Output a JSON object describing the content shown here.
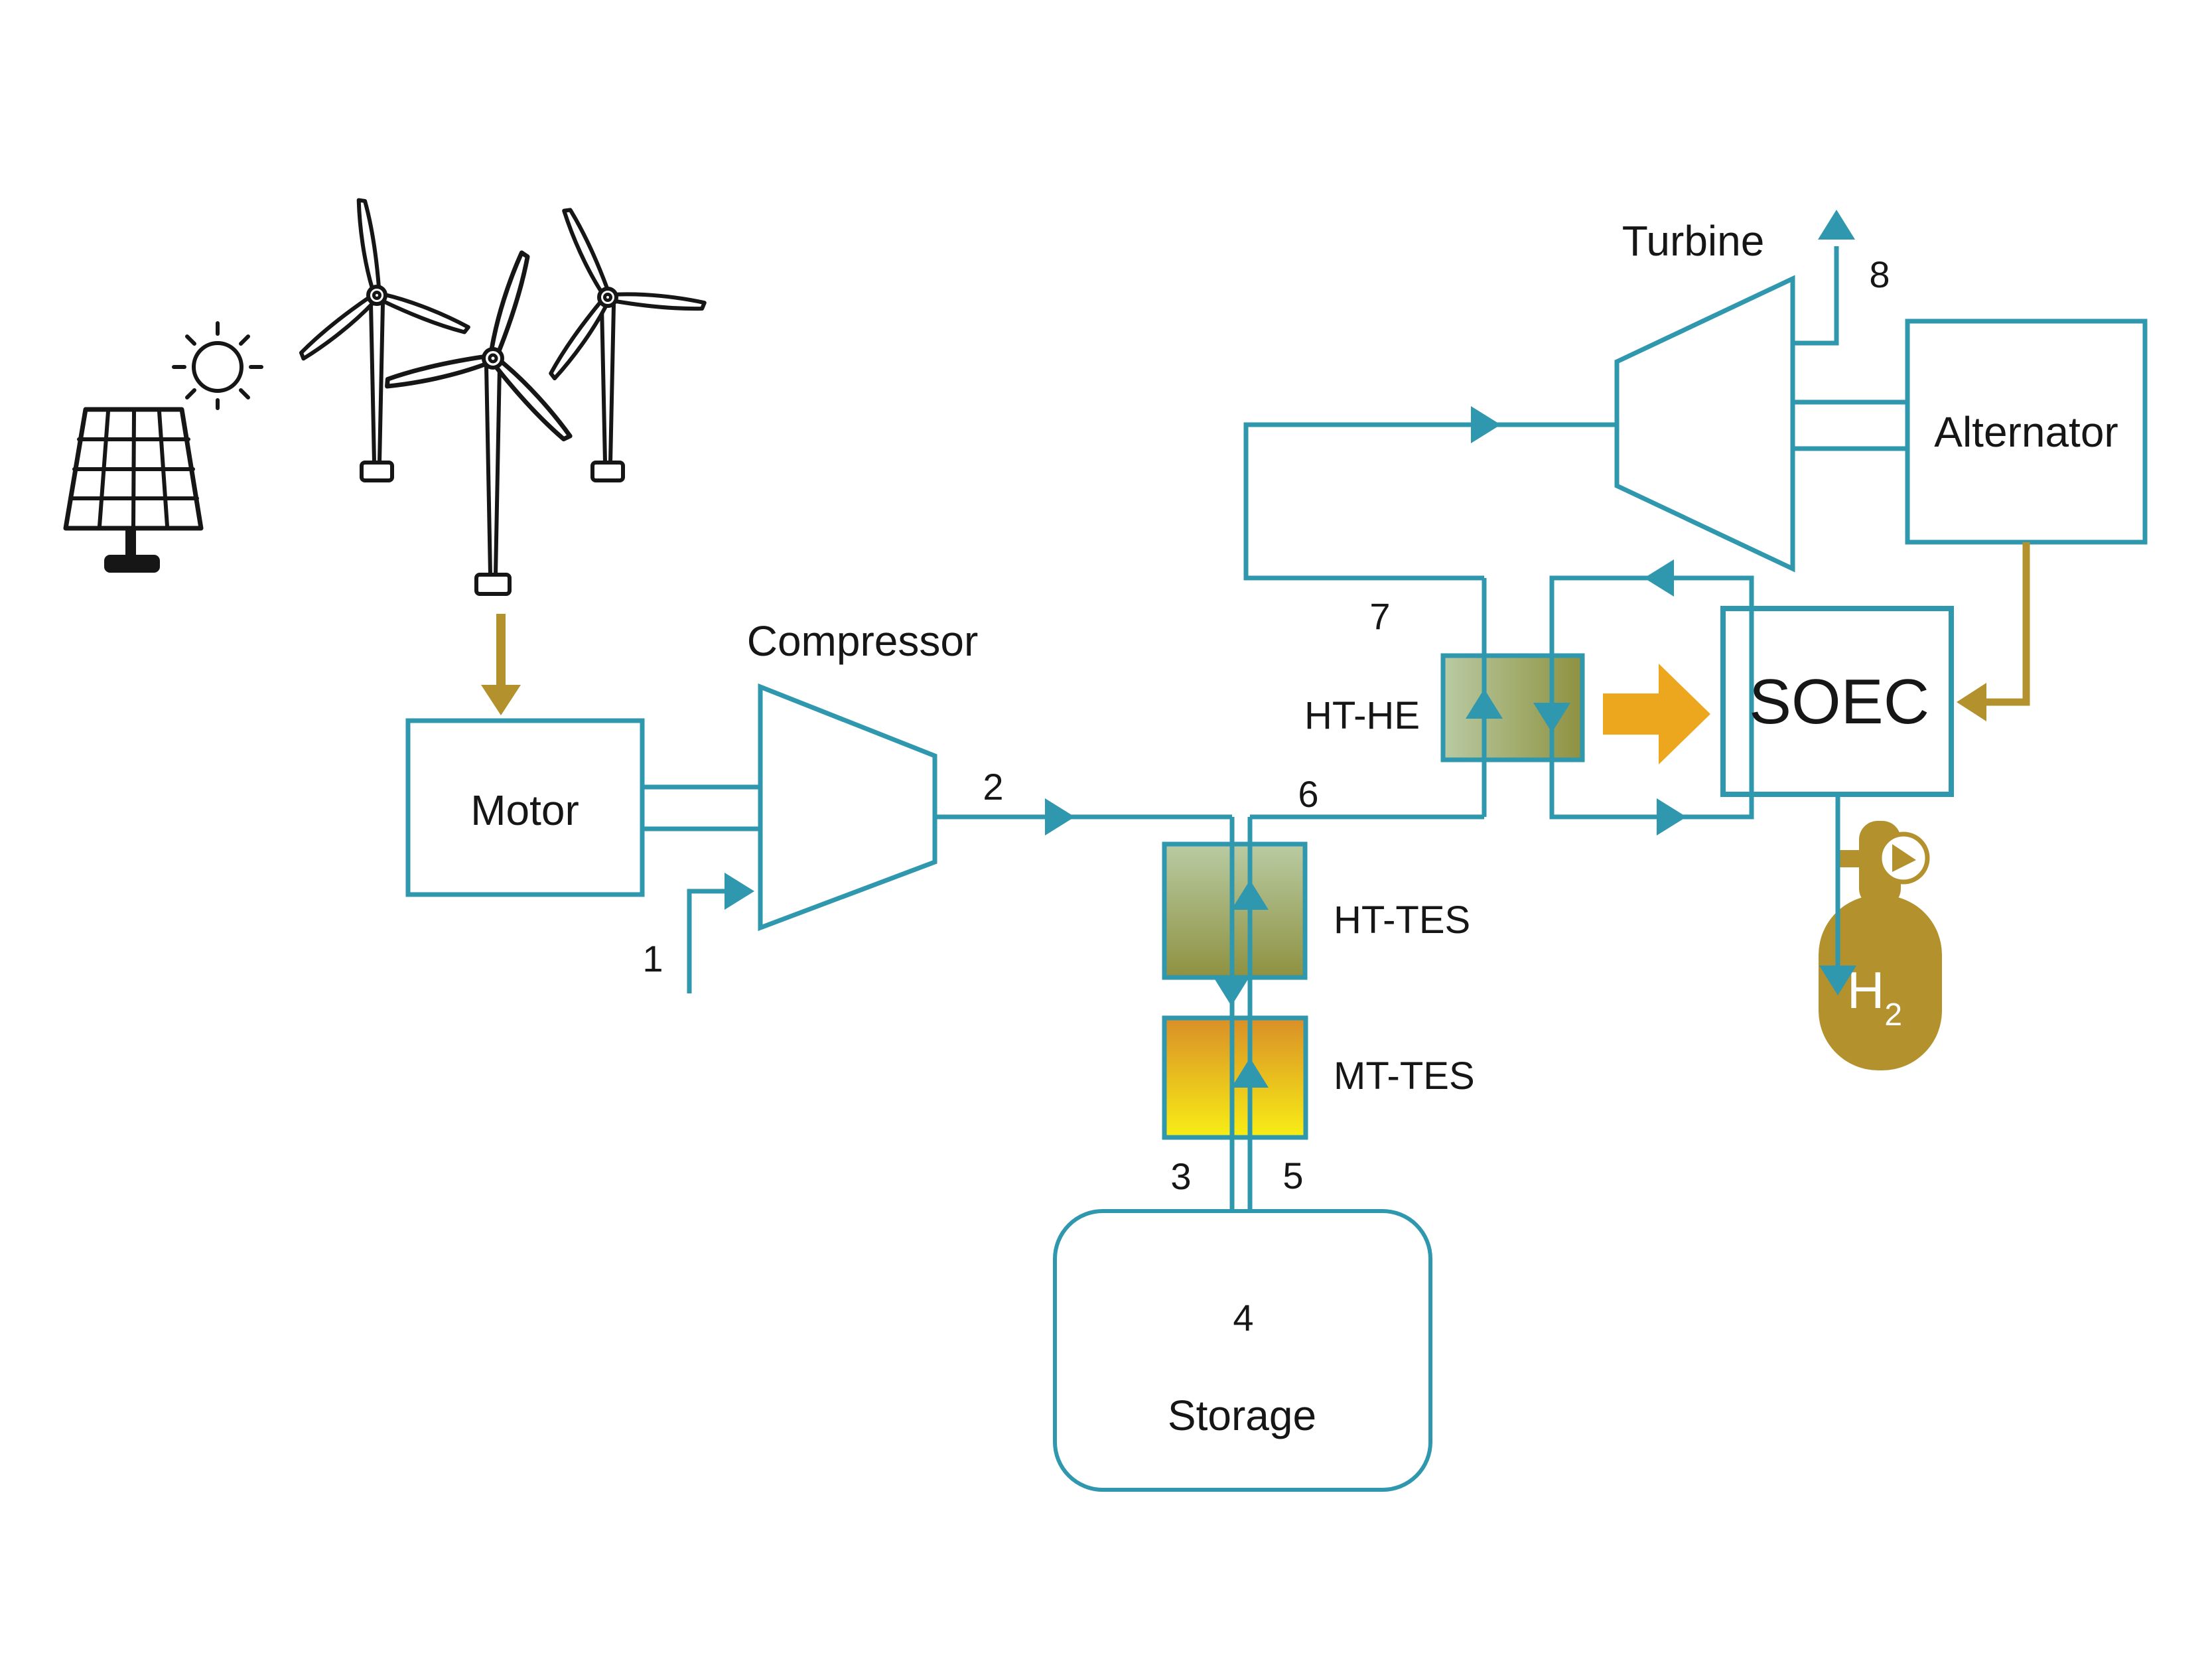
{
  "diagram_title": "",
  "colors": {
    "teal": "#2f97ae",
    "gold": "#b3922d",
    "orange": "#eca71e",
    "ink": "#161616",
    "ht_light": "#b9cba3",
    "ht_dark": "#8e9140",
    "mt_top": "#d98f28",
    "mt_bottom": "#f8ee15"
  },
  "components": {
    "motor": {
      "label": "Motor"
    },
    "compressor": {
      "label": "Compressor"
    },
    "turbine": {
      "label": "Turbine"
    },
    "alternator": {
      "label": "Alternator"
    },
    "soec": {
      "label": "SOEC"
    },
    "ht_he": {
      "label": "HT-HE"
    },
    "ht_tes": {
      "label": "HT-TES"
    },
    "mt_tes": {
      "label": "MT-TES"
    },
    "storage": {
      "label": "Storage"
    },
    "h2_tank": {
      "label_main": "H",
      "label_sub": "2"
    }
  },
  "streams": {
    "s1": {
      "label": "1"
    },
    "s2": {
      "label": "2"
    },
    "s3": {
      "label": "3"
    },
    "s4": {
      "label": "4"
    },
    "s5": {
      "label": "5"
    },
    "s6": {
      "label": "6"
    },
    "s7": {
      "label": "7"
    },
    "s8": {
      "label": "8"
    }
  },
  "icons": [
    "solar-panel-icon",
    "sun-icon",
    "wind-turbine-icon",
    "power-arrow-icon",
    "h2-tank-icon",
    "pressure-gauge-icon"
  ]
}
